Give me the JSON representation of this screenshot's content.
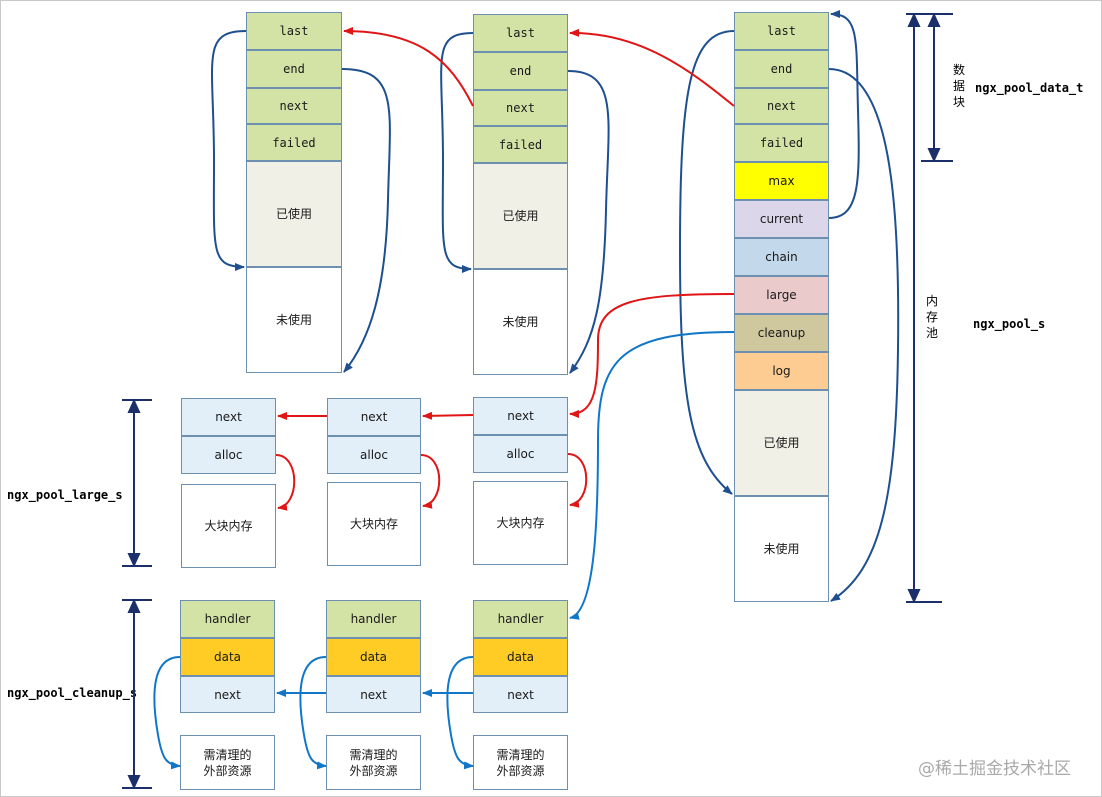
{
  "struct_labels": {
    "data_t": "ngx_pool_data_t",
    "pool_s": "ngx_pool_s",
    "large_s": "ngx_pool_large_s",
    "cleanup_s": "ngx_pool_cleanup_s"
  },
  "vertical_labels": {
    "data_block": [
      "数",
      "据",
      "块"
    ],
    "mem_pool": [
      "内",
      "存",
      "池"
    ]
  },
  "data_block_fields": {
    "last": "last",
    "end": "end",
    "next": "next",
    "failed": "failed",
    "used": "已使用",
    "unused": "未使用"
  },
  "pool_fields": {
    "max": "max",
    "current": "current",
    "chain": "chain",
    "large": "large",
    "cleanup": "cleanup",
    "log": "log"
  },
  "large_fields": {
    "next": "next",
    "alloc": "alloc",
    "block": "大块内存"
  },
  "cleanup_fields": {
    "handler": "handler",
    "data": "data",
    "next": "next",
    "resource_line1": "需清理的",
    "resource_line2": "外部资源"
  },
  "colors": {
    "green": "#d3e3a6",
    "used": "#f0f0e6",
    "max": "#ffff00",
    "current": "#dcd6ea",
    "chain": "#c3d8ea",
    "large": "#eacaca",
    "cleanup": "#cfc89e",
    "log": "#fccc92",
    "ice": "#e3eff8",
    "gold": "#ffcc25",
    "arrow_blue_dark": "#1e4f8f",
    "arrow_red": "#e01515",
    "arrow_blue_light": "#1077c8"
  },
  "watermark": "@稀土掘金技术社区"
}
